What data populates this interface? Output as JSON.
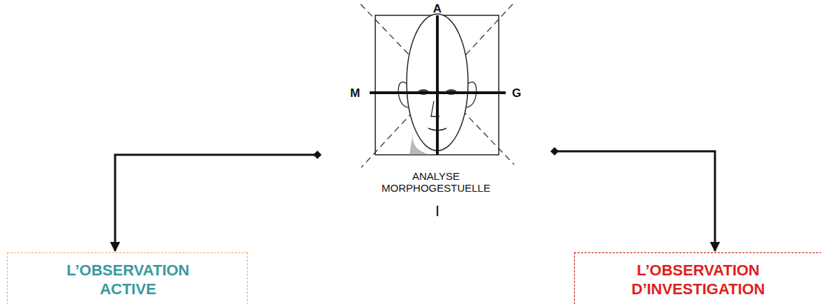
{
  "diagram": {
    "nodes": [
      {
        "text": [
          "ANALYSE MORPHOGESTUELLE"
        ]
      },
      {
        "text": [
          "L’OBSERVATION ACTIVE"
        ]
      },
      {
        "text": [
          "L’OBSERVATION D’INVESTIGATION"
        ]
      }
    ],
    "edges": [
      {
        "from": 0,
        "to": 1,
        "arrow": "to"
      },
      {
        "from": 0,
        "to": 2,
        "arrow": "to"
      }
    ],
    "labels": [
      "A",
      "M",
      "G",
      "I"
    ]
  }
}
